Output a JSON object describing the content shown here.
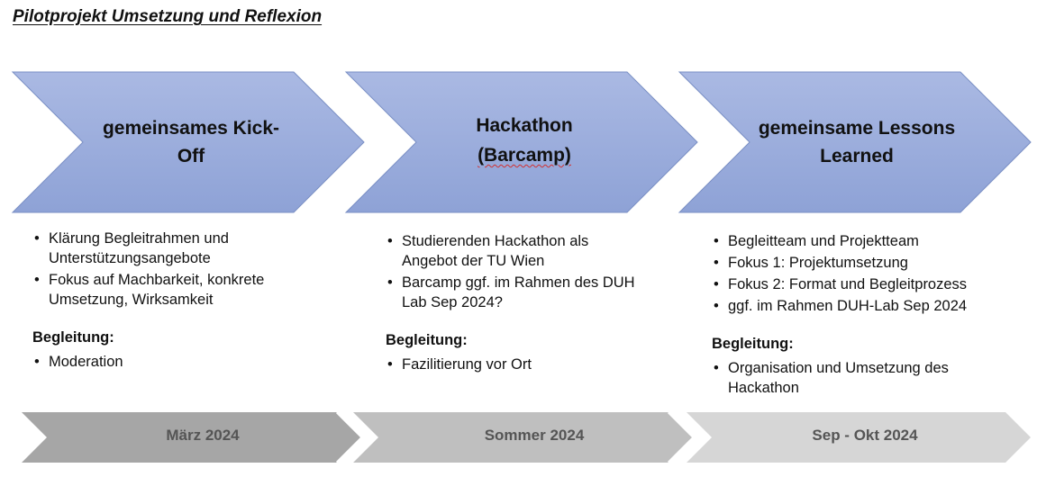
{
  "title": "Pilotprojekt Umsetzung und Reflexion",
  "colors": {
    "chevron_top": "#aab9e3",
    "chevron_bottom": "#8ea2d6",
    "chevron_stroke": "#7a8fc4",
    "timeline_1": "#a6a6a6",
    "timeline_2": "#bfbfbf",
    "timeline_3": "#d6d6d6"
  },
  "phases": [
    {
      "heading_lines": [
        "gemeinsames Kick-",
        "Off"
      ],
      "items": [
        [
          "Klärung Begleitrahmen und",
          "Unterstützungsangebote"
        ],
        [
          "Fokus auf Machbarkeit, konkrete",
          "Umsetzung, Wirksamkeit"
        ]
      ],
      "begleitung_label": "Begleitung:",
      "begleitung_items": [
        [
          "Moderation"
        ]
      ],
      "timeline": "März 2024"
    },
    {
      "heading_lines": [
        "Hackathon",
        "(Barcamp)"
      ],
      "items": [
        [
          "Studierenden Hackathon als",
          "Angebot der  TU Wien"
        ],
        [
          "Barcamp ggf. im Rahmen des DUH",
          "Lab Sep 2024?"
        ]
      ],
      "begleitung_label": "Begleitung:",
      "begleitung_items": [
        [
          "Fazilitierung vor Ort"
        ]
      ],
      "timeline": "Sommer 2024"
    },
    {
      "heading_lines": [
        "gemeinsame Lessons",
        "Learned"
      ],
      "items": [
        [
          "Begleitteam und Projektteam"
        ],
        [
          "Fokus 1: Projektumsetzung"
        ],
        [
          "Fokus 2: Format und Begleitprozess"
        ],
        [
          "ggf. im Rahmen DUH-Lab Sep 2024"
        ]
      ],
      "begleitung_label": "Begleitung:",
      "begleitung_items": [
        [
          "Organisation und Umsetzung des",
          "Hackathon"
        ]
      ],
      "timeline": "Sep - Okt 2024"
    }
  ]
}
